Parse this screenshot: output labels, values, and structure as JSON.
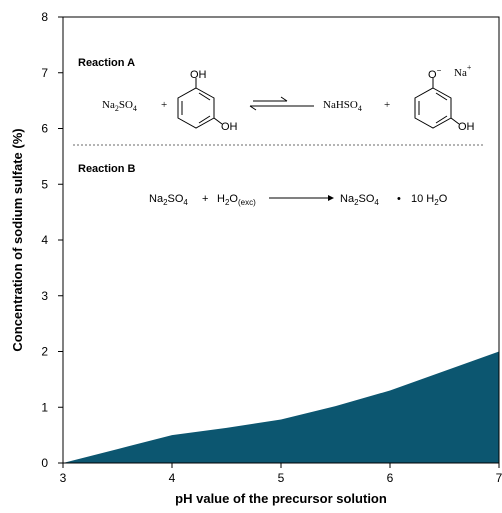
{
  "chart_data": {
    "type": "area",
    "x": [
      3,
      3.5,
      4,
      4.5,
      5,
      5.5,
      6,
      6.5,
      7
    ],
    "series": [
      {
        "values": [
          0,
          0.25,
          0.5,
          0.63,
          0.78,
          1.02,
          1.3,
          1.65,
          2.0
        ],
        "color": "#0c5670"
      }
    ],
    "xlabel": "pH value of the precursor solution",
    "ylabel": "Concentration of sodium sulfate (%)",
    "xlim": [
      3,
      7
    ],
    "ylim": [
      0,
      8
    ],
    "xticks": [
      3,
      4,
      5,
      6,
      7
    ],
    "yticks": [
      0,
      1,
      2,
      3,
      4,
      5,
      6,
      7,
      8
    ],
    "grid": false
  },
  "annotations": {
    "reaction_a": {
      "title": "Reaction A",
      "left_reagent": "Na",
      "left_reagent_sub1": "2",
      "left_reagent_mid": "SO",
      "left_reagent_sub2": "4",
      "plus": "+",
      "oh_top": "OH",
      "oh_bottom": "OH",
      "right_reagent": "NaHSO",
      "right_reagent_sub": "4",
      "phenoxide_o": "O",
      "phenoxide_charge": "−",
      "sodium_ion": "Na",
      "sodium_charge": "+",
      "phenoxide_oh": "OH"
    },
    "reaction_b": {
      "title": "Reaction B",
      "salt": "Na",
      "salt_sub1": "2",
      "salt_mid": "SO",
      "salt_sub2": "4",
      "plus": "+",
      "water": "H",
      "water_sub": "2",
      "water_o": "O",
      "water_qual": "(exc)",
      "product": "Na",
      "product_sub1": "2",
      "product_mid": "SO",
      "product_sub2": "4",
      "dot": "•",
      "hydrate": "10 H",
      "hydrate_sub": "2",
      "hydrate_o": "O"
    }
  }
}
